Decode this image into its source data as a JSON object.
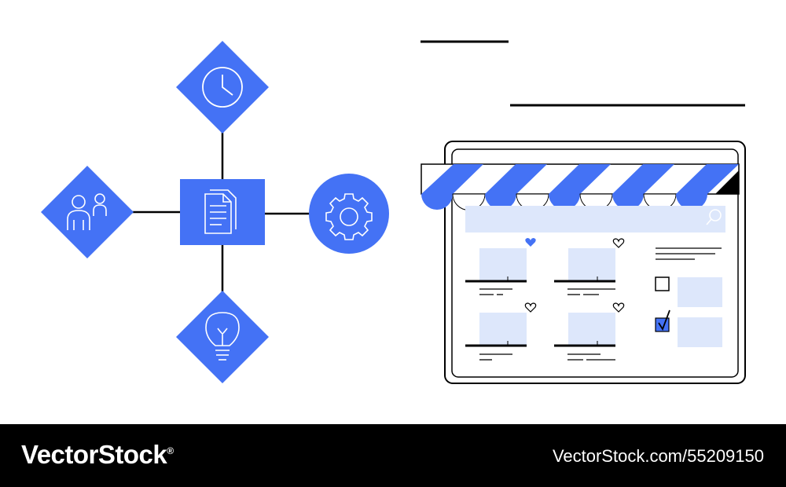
{
  "colors": {
    "accent": "#4472f5",
    "light": "#dde7fb",
    "ink": "#000000",
    "background": "#ffffff"
  },
  "diagram": {
    "hub": {
      "icon": "documents-icon"
    },
    "nodes": [
      {
        "position": "top",
        "shape": "diamond",
        "icon": "clock-icon"
      },
      {
        "position": "left",
        "shape": "diamond",
        "icon": "users-icon"
      },
      {
        "position": "bottom",
        "shape": "diamond",
        "icon": "lightbulb-icon"
      },
      {
        "position": "right",
        "shape": "circle",
        "icon": "gear-icon"
      }
    ]
  },
  "storefront": {
    "icons": [
      "awning-icon",
      "search-icon",
      "heart-icon",
      "heart-outline-icon",
      "checkbox-checked-icon",
      "checkbox-empty-icon"
    ],
    "products": 4,
    "filters": 2
  },
  "footer": {
    "brand": "VectorStock",
    "registered": "®",
    "credit": "VectorStock.com/55209150"
  }
}
